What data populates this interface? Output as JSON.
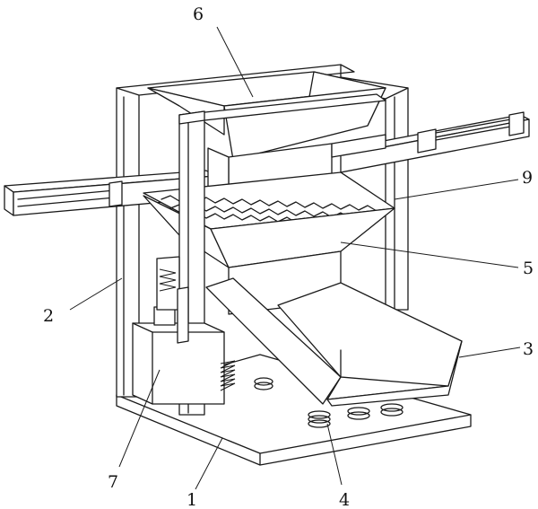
{
  "labels": {
    "l1": "1",
    "l2": "2",
    "l3": "3",
    "l4": "4",
    "l5": "5",
    "l6": "6",
    "l7": "7",
    "l9": "9"
  }
}
